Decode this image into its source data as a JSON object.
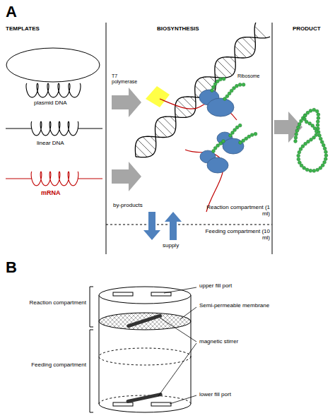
{
  "diagram": {
    "labels": [
      "A",
      "TEMPLATES",
      "BIOSYNTHESIS",
      "PRODUCT",
      "plasmid DNA",
      "linear DNA",
      "mRNA",
      "T7 polymerase",
      "Ribosome",
      "by-products",
      "supply",
      "Reaction compartment (1 ml)",
      "Feeding compartment (10 ml)",
      "B",
      "upper fill port",
      "Reaction compartment",
      "Semi-permeable membrane",
      "magnetic stirrer",
      "Feeding compartment",
      "lower fill port"
    ]
  }
}
